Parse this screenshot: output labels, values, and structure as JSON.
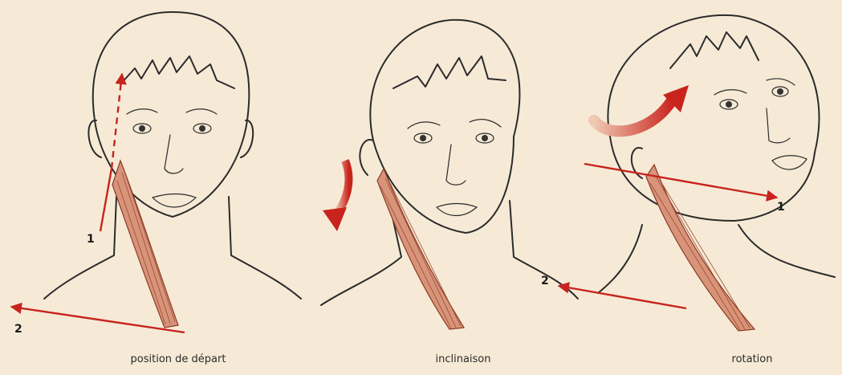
{
  "panels": [
    {
      "caption": "position de départ",
      "labels": [
        "1",
        "2"
      ]
    },
    {
      "caption": "inclinaison"
    },
    {
      "caption": "rotation",
      "labels": [
        "1",
        "2"
      ]
    }
  ],
  "colors": {
    "background": "#f6ead6",
    "arrow": "#c8231d",
    "muscle": "#d8947a",
    "outline": "#2b2b2b"
  }
}
